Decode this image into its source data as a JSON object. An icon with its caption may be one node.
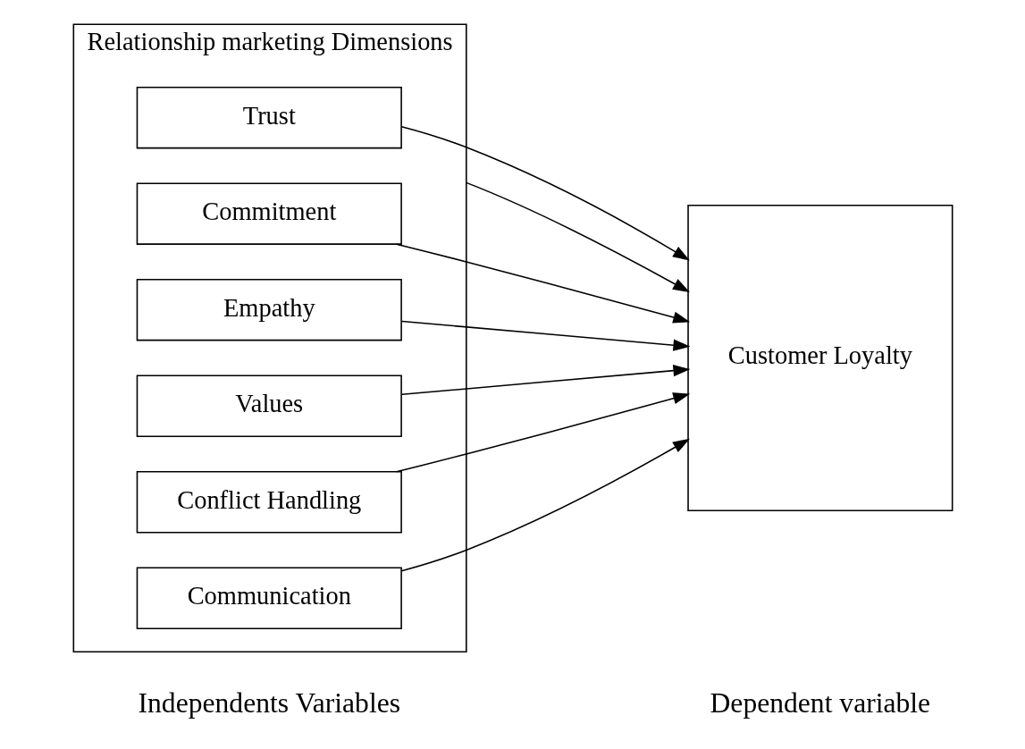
{
  "diagram": {
    "nodes": [
      {
        "text": [
          "Relationship marketing Dimensions"
        ]
      },
      {
        "text": [
          "Trust"
        ],
        "in": 0
      },
      {
        "text": [
          "Commitment"
        ],
        "in": 0
      },
      {
        "text": [
          "Empathy"
        ],
        "in": 0
      },
      {
        "text": [
          "Values"
        ],
        "in": 0
      },
      {
        "text": [
          "Conflict Handling"
        ],
        "in": 0
      },
      {
        "text": [
          "Communication"
        ],
        "in": 0
      },
      {
        "text": [
          "Customer Loyalty"
        ]
      }
    ],
    "edges": [
      {
        "from": 0,
        "to": 7,
        "arrow": "to"
      },
      {
        "from": 1,
        "to": 7,
        "arrow": "to"
      },
      {
        "from": 2,
        "to": 7,
        "arrow": "to"
      },
      {
        "from": 3,
        "to": 7,
        "arrow": "to"
      },
      {
        "from": 4,
        "to": 7,
        "arrow": "to"
      },
      {
        "from": 5,
        "to": 7,
        "arrow": "to"
      },
      {
        "from": 6,
        "to": 7,
        "arrow": "to"
      }
    ],
    "labels": [
      "Independents Variables",
      "Dependent variable"
    ]
  }
}
